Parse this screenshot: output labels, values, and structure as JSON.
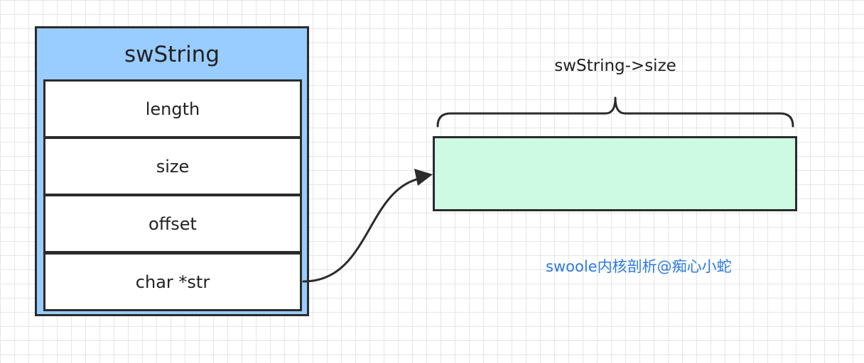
{
  "struct": {
    "title": "swString",
    "fields": [
      {
        "name": "length"
      },
      {
        "name": "size"
      },
      {
        "name": "offset"
      },
      {
        "name": "char *str"
      }
    ]
  },
  "buffer": {
    "size_label": "swString->size"
  },
  "watermark": "swoole内核剖析@痴心小蛇",
  "colors": {
    "struct_header": "#99ccff",
    "field_bg": "#ffffff",
    "buffer_bg": "#ccfae3",
    "stroke": "#2b2b2b",
    "watermark": "#2a7ae2"
  }
}
